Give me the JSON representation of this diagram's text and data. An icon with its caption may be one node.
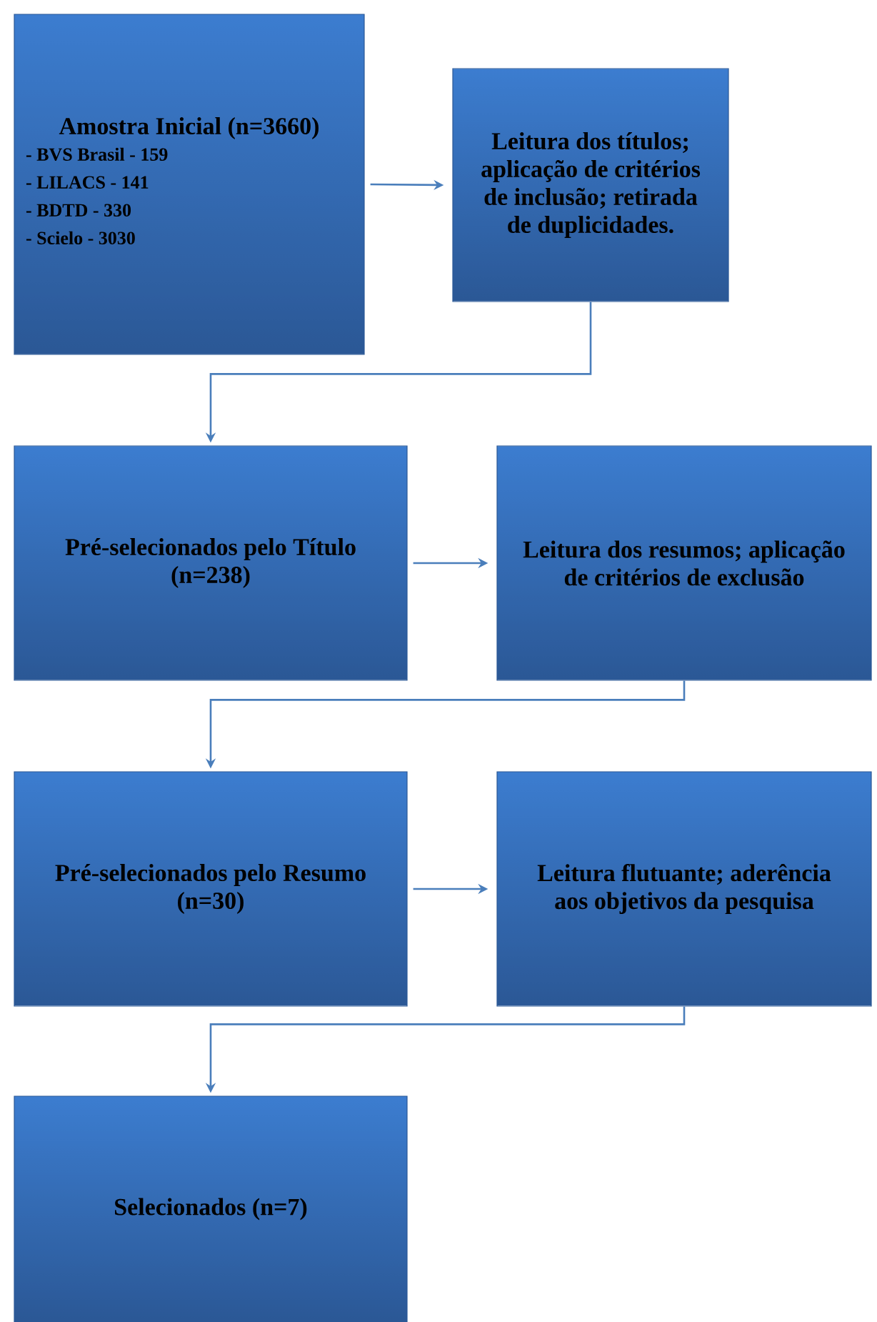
{
  "diagram": {
    "nodes": [
      {
        "text": [
          "Amostra Inicial (n=3660)",
          "- BVS Brasil - 159",
          "- LILACS - 141",
          "- BDTD - 330",
          "- Scielo - 3030"
        ]
      },
      {
        "text": [
          "Leitura dos títulos; aplicação de critérios de inclusão; retirada de duplicidades."
        ]
      },
      {
        "text": [
          "Pré-selecionados pelo Título (n=238)"
        ]
      },
      {
        "text": [
          "Leitura dos resumos; aplicação de critérios de exclusão"
        ]
      },
      {
        "text": [
          "Pré-selecionados pelo Resumo (n=30)"
        ]
      },
      {
        "text": [
          "Leitura flutuante; aderência aos objetivos da pesquisa"
        ]
      },
      {
        "text": [
          "Selecionados (n=7)"
        ]
      }
    ],
    "edges": [
      {
        "from": 0,
        "to": 1,
        "arrow": "to"
      },
      {
        "from": 1,
        "to": 2,
        "arrow": "to"
      },
      {
        "from": 2,
        "to": 3,
        "arrow": "to"
      },
      {
        "from": 3,
        "to": 4,
        "arrow": "to"
      },
      {
        "from": 4,
        "to": 5,
        "arrow": "to"
      },
      {
        "from": 5,
        "to": 6,
        "arrow": "to"
      }
    ]
  }
}
